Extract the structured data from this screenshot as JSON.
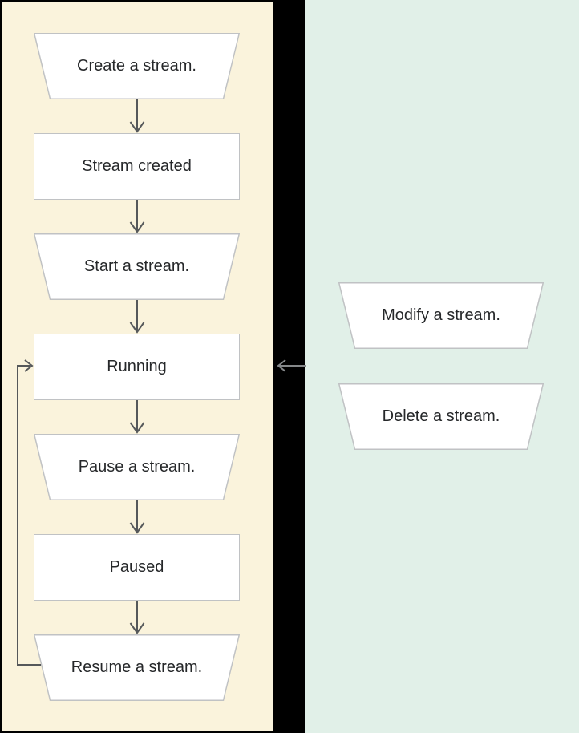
{
  "page": {
    "background": "#000000",
    "left_panel": {
      "description": "stream lifecycle flowchart panel",
      "background": "#faf3dc"
    },
    "right_panel": {
      "description": "stream actions panel",
      "background": "#e1f0e8"
    }
  },
  "colors": {
    "node_fill": "#ffffff",
    "node_border": "#c0c2c4",
    "arrow_dark": "#55585a",
    "arrow_light": "#85888a",
    "text": "#26282a"
  },
  "flowchart": {
    "type": "flowchart",
    "nodes": [
      {
        "id": "create-stream",
        "shape": "trapezoid",
        "panel": "left",
        "label": "Create a stream."
      },
      {
        "id": "stream-created",
        "shape": "rectangle",
        "panel": "left",
        "label": "Stream created"
      },
      {
        "id": "start-stream",
        "shape": "trapezoid",
        "panel": "left",
        "label": "Start a stream."
      },
      {
        "id": "running",
        "shape": "rectangle",
        "panel": "left",
        "label": "Running"
      },
      {
        "id": "pause-stream",
        "shape": "trapezoid",
        "panel": "left",
        "label": "Pause a stream."
      },
      {
        "id": "paused",
        "shape": "rectangle",
        "panel": "left",
        "label": "Paused"
      },
      {
        "id": "resume-stream",
        "shape": "trapezoid",
        "panel": "left",
        "label": "Resume a stream."
      },
      {
        "id": "modify-stream",
        "shape": "trapezoid",
        "panel": "right",
        "label": "Modify a stream."
      },
      {
        "id": "delete-stream",
        "shape": "trapezoid",
        "panel": "right",
        "label": "Delete a stream."
      }
    ],
    "edges": [
      {
        "from": "create-stream",
        "to": "stream-created",
        "style": "vertical-arrow"
      },
      {
        "from": "stream-created",
        "to": "start-stream",
        "style": "vertical-arrow"
      },
      {
        "from": "start-stream",
        "to": "running",
        "style": "vertical-arrow"
      },
      {
        "from": "running",
        "to": "pause-stream",
        "style": "vertical-arrow"
      },
      {
        "from": "pause-stream",
        "to": "paused",
        "style": "vertical-arrow"
      },
      {
        "from": "paused",
        "to": "resume-stream",
        "style": "vertical-arrow"
      },
      {
        "from": "resume-stream",
        "to": "running",
        "style": "loop-left-arrow"
      },
      {
        "from": "right-panel",
        "to": "running",
        "style": "horizontal-left-arrow"
      }
    ]
  }
}
